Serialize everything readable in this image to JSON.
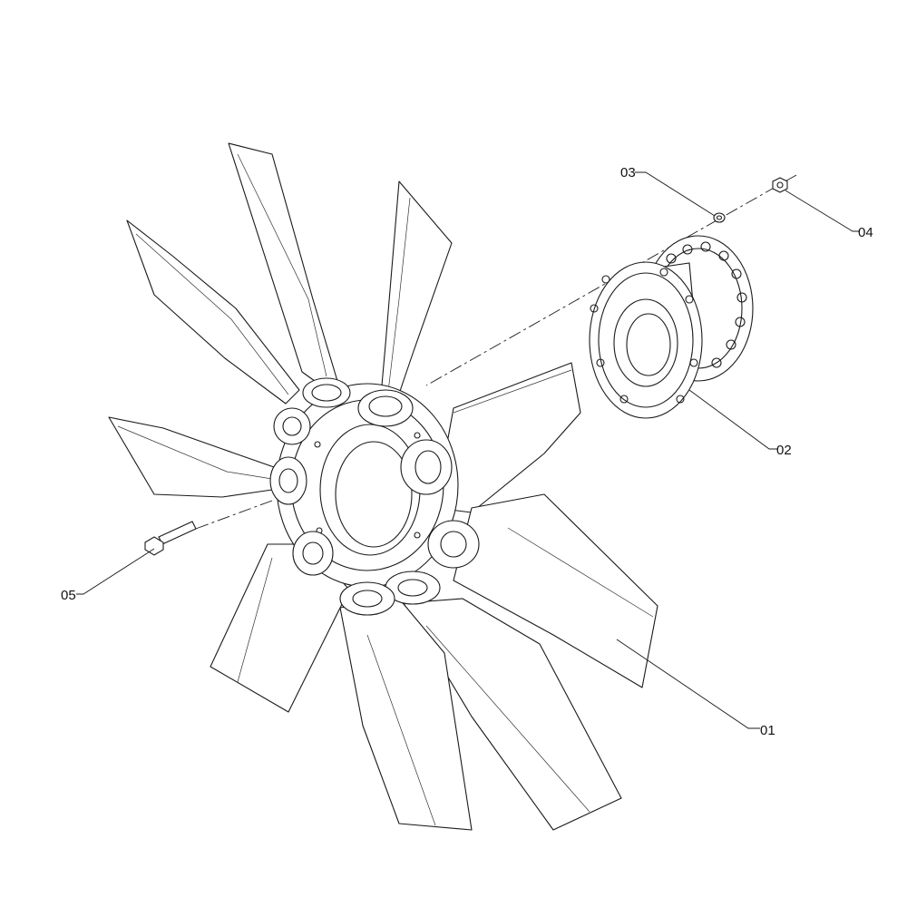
{
  "callouts": [
    {
      "id": "01",
      "label": "01"
    },
    {
      "id": "02",
      "label": "02"
    },
    {
      "id": "03",
      "label": "03"
    },
    {
      "id": "04",
      "label": "04"
    },
    {
      "id": "05",
      "label": "05"
    }
  ]
}
